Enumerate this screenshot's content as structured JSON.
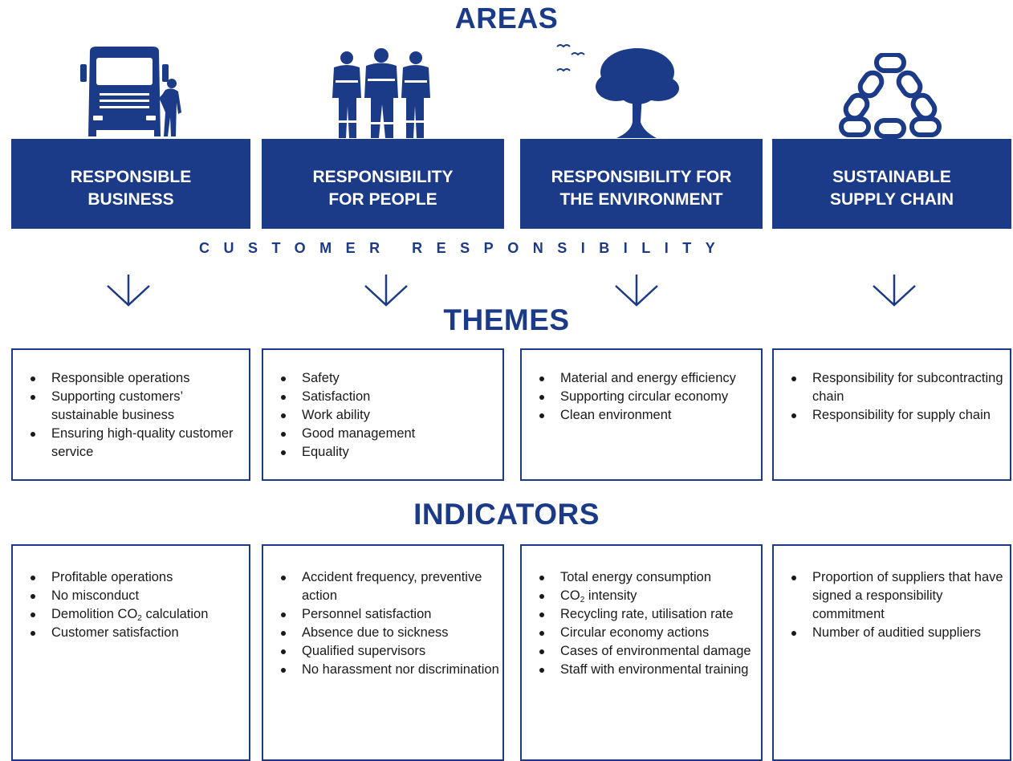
{
  "headings": {
    "areas": "AREAS",
    "themes": "THEMES",
    "indicators": "INDICATORS"
  },
  "banner": "CUSTOMER RESPONSIBILITY",
  "colors": {
    "primary": "#1b3a87",
    "text": "#1a1a1a",
    "background": "#ffffff"
  },
  "areas": [
    {
      "icon": "truck-with-worker-icon",
      "line1": "RESPONSIBLE",
      "line2": "BUSINESS"
    },
    {
      "icon": "workers-group-icon",
      "line1": "RESPONSIBILITY",
      "line2": "FOR PEOPLE"
    },
    {
      "icon": "tree-and-birds-icon",
      "line1": "RESPONSIBILITY FOR",
      "line2": "THE ENVIRONMENT"
    },
    {
      "icon": "chain-triangle-icon",
      "line1": "SUSTAINABLE",
      "line2": "SUPPLY CHAIN"
    }
  ],
  "themes": [
    [
      "Responsible operations",
      "Supporting customers’ sustainable business",
      "Ensuring high-quality customer service"
    ],
    [
      "Safety",
      "Satisfaction",
      "Work ability",
      "Good management",
      "Equality"
    ],
    [
      "Material and energy efficiency",
      "Supporting circular economy",
      "Clean environment"
    ],
    [
      "Responsibility for subcontracting chain",
      "Responsibility for supply chain"
    ]
  ],
  "indicators": [
    [
      {
        "text": "Profitable operations"
      },
      {
        "text": "No misconduct"
      },
      {
        "pre": "Demolition CO",
        "sub": "2",
        "post": " calculation"
      },
      {
        "text": "Customer satisfaction"
      }
    ],
    [
      {
        "text": "Accident frequency, preventive action"
      },
      {
        "text": "Personnel satisfaction"
      },
      {
        "text": "Absence due to sickness"
      },
      {
        "text": "Qualified supervisors"
      },
      {
        "text": "No harassment nor discrimination"
      }
    ],
    [
      {
        "text": "Total energy consumption"
      },
      {
        "pre": "CO",
        "sub": "2",
        "post": " intensity"
      },
      {
        "text": "Recycling rate, utilisation rate"
      },
      {
        "text": "Circular economy actions"
      },
      {
        "text": "Cases of environmental damage"
      },
      {
        "text": "Staff with environmental training"
      }
    ],
    [
      {
        "text": "Proportion of suppliers that have signed a responsibility commitment"
      },
      {
        "text": "Number of auditied suppliers"
      }
    ]
  ]
}
